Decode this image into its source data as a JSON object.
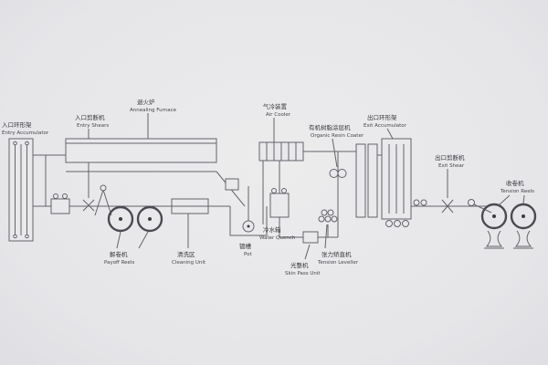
{
  "page": {
    "background": "#e9e9ec",
    "line_color": "#63636a",
    "text_color": "#37373d",
    "description": "Continuous strip processing line flow diagram"
  },
  "labels": {
    "entry_accumulator": {
      "cn": "入口环形架",
      "en": "Entry Accumulator"
    },
    "entry_shears": {
      "cn": "入口剪断机",
      "en": "Entry Shears"
    },
    "annealing_furnace": {
      "cn": "退火炉",
      "en": "Annealing Furnace"
    },
    "payoff_reels": {
      "cn": "解卷机",
      "en": "Payoff Reels"
    },
    "cleaning_unit": {
      "cn": "清洗区",
      "en": "Cleaning Unit"
    },
    "pot": {
      "cn": "镀槽",
      "en": "Pot"
    },
    "air_cooler": {
      "cn": "气冷装置",
      "en": "Air Cooler"
    },
    "water_quench": {
      "cn": "冷水箱",
      "en": "Water Quench"
    },
    "organic_resin_coater": {
      "cn": "有机树脂涂层机",
      "en": "Organic Resin Coater"
    },
    "tension_leveller": {
      "cn": "张力矫直机",
      "en": "Tension Leveller"
    },
    "skin_pass_unit": {
      "cn": "光整机",
      "en": "Skin Pass Unit"
    },
    "exit_accumulator": {
      "cn": "出口环形架",
      "en": "Exit Accumulator"
    },
    "exit_shear": {
      "cn": "出口剪断机",
      "en": "Exit Shear"
    },
    "tension_reels": {
      "cn": "收卷机",
      "en": "Tension Reels"
    }
  }
}
